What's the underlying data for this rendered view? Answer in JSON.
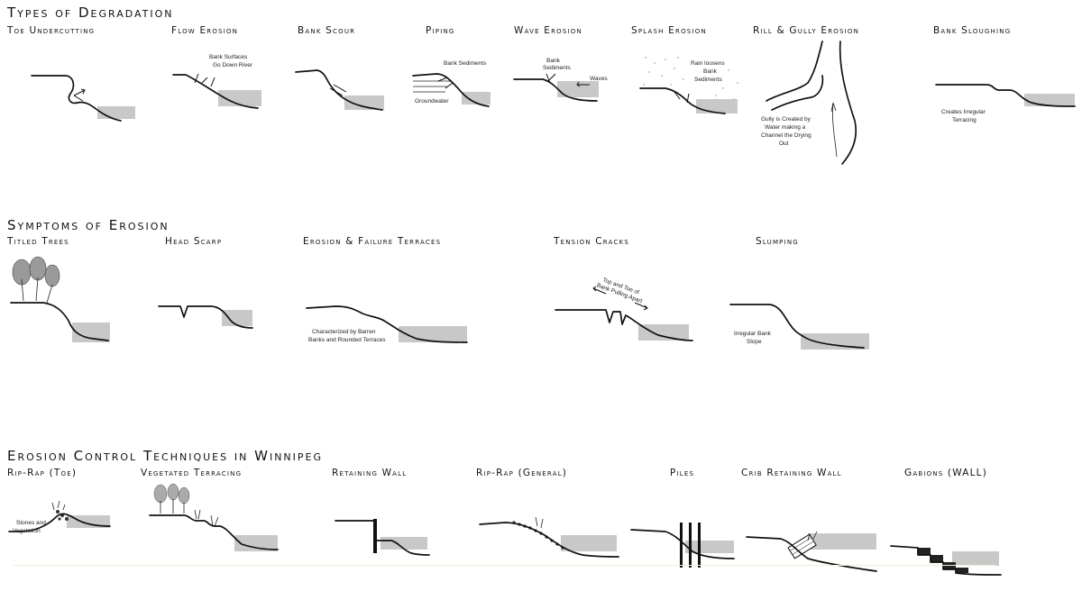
{
  "sections": {
    "degradation": {
      "title": "Types of Degradation",
      "items": {
        "toe": {
          "label": "Toe Undercutting"
        },
        "flow": {
          "label": "Flow Erosion",
          "note1": "Bank Surfaces",
          "note2": "Go Down River"
        },
        "scour": {
          "label": "Bank Scour"
        },
        "piping": {
          "label": "Piping",
          "note_sediments": "Bank Sediments",
          "note_groundwater": "Groundwater"
        },
        "wave": {
          "label": "Wave Erosion",
          "note1": "Bank",
          "note2": "Sediments",
          "note_waves": "Waves"
        },
        "splash": {
          "label": "Splash Erosion",
          "note1": "Rain loosens",
          "note2": "Bank",
          "note3": "Sediments"
        },
        "rill": {
          "label": "Rill & Gully Erosion",
          "note1": "Gully is Created by",
          "note2": "Water making a",
          "note3": "Channel the Drying",
          "note4": "Out"
        },
        "sloughing": {
          "label": "Bank Sloughing",
          "note1": "Creates Irregular",
          "note2": "Terracing"
        }
      }
    },
    "symptoms": {
      "title": "Symptoms of Erosion",
      "items": {
        "trees": {
          "label": "Titled Trees"
        },
        "scarp": {
          "label": "Head Scarp"
        },
        "terraces": {
          "label": "Erosion & Failure Terraces",
          "note1": "Characterized by Barren",
          "note2": "Banks and Rounded Terraces"
        },
        "cracks": {
          "label": "Tension Cracks",
          "note1": "Top and Toe of",
          "note2": "Bank Pulling Apart"
        },
        "slumping": {
          "label": "Slumping",
          "note1": "Irregular Bank",
          "note2": "Slope"
        }
      }
    },
    "control": {
      "title": "Erosion Control Techniques in Winnipeg",
      "items": {
        "riprap_toe": {
          "label": "Rip-Rap (Toe)",
          "note1": "Stones and",
          "note2": "Vegetation"
        },
        "veg_terracing": {
          "label": "Vegetated Terracing"
        },
        "retaining": {
          "label": "Retaining Wall"
        },
        "riprap_general": {
          "label": "Rip-Rap (General)"
        },
        "piles": {
          "label": "Piles"
        },
        "crib": {
          "label": "Crib Retaining Wall"
        },
        "gabions": {
          "label": "Gabions (WALL)"
        }
      }
    }
  },
  "colors": {
    "ink": "#111111",
    "water": "#c8c8c8",
    "background": "#ffffff"
  }
}
